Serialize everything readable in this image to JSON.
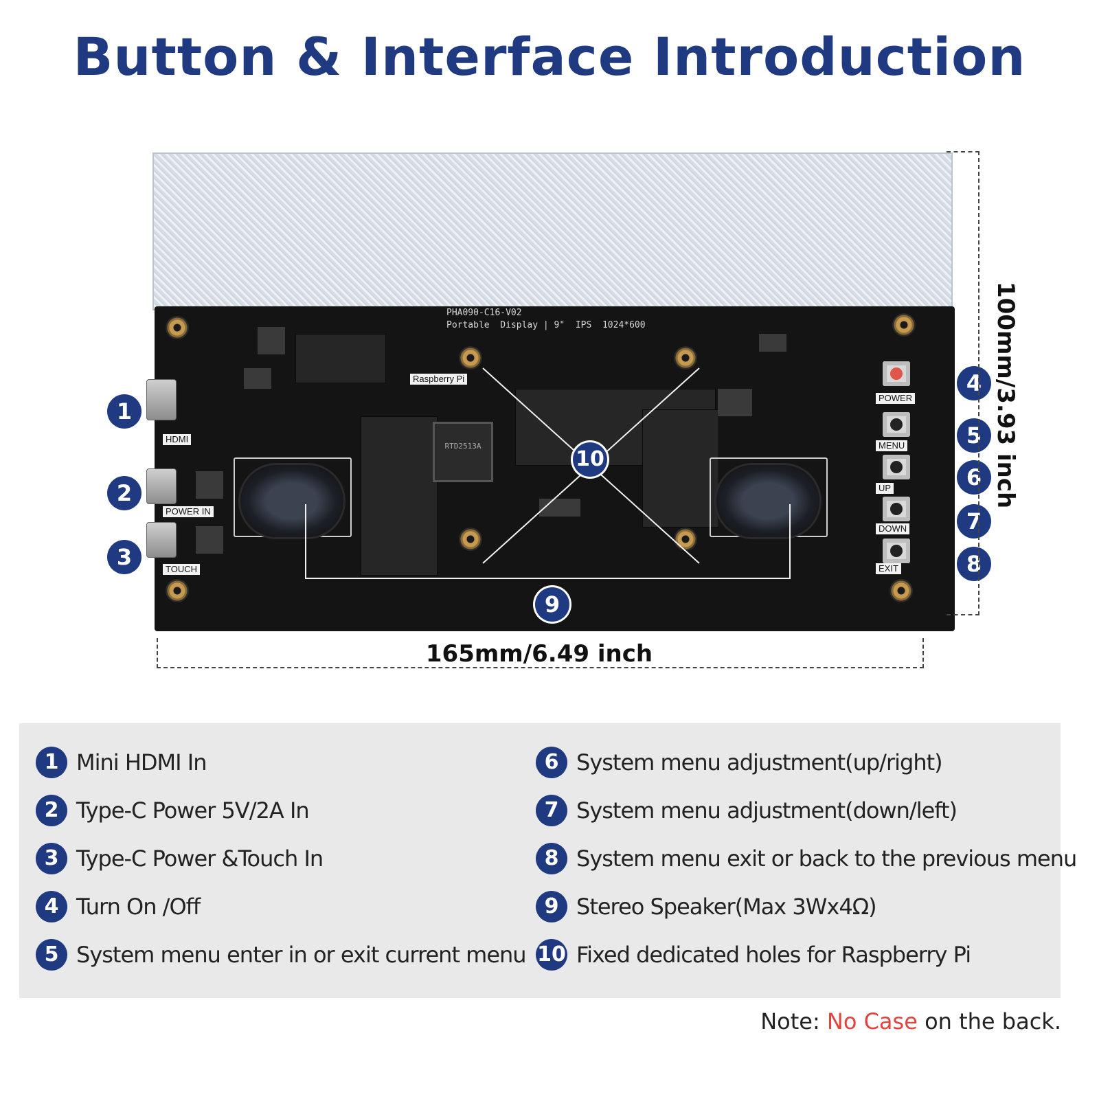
{
  "title": "Button & Interface Introduction",
  "board": {
    "model_line1": "PHA090-C16-V02",
    "model_line2": "Portable  Display | 9\"  IPS  1024*600",
    "raspberry_label": "Raspberry Pi",
    "chip_label": "RTD2513A",
    "port_labels": {
      "hdmi": "HDMI",
      "power_in": "POWER IN",
      "touch": "TOUCH"
    },
    "button_labels": {
      "power": "POWER",
      "menu": "MENU",
      "up": "UP",
      "down": "DOWN",
      "exit": "EXIT"
    }
  },
  "callouts": [
    "1",
    "2",
    "3",
    "4",
    "5",
    "6",
    "7",
    "8",
    "9",
    "10"
  ],
  "dimensions": {
    "width": "165mm/6.49 inch",
    "height": "100mm/3.93 inch"
  },
  "legend": [
    {
      "num": "1",
      "text": "Mini HDMI In"
    },
    {
      "num": "2",
      "text": "Type-C Power 5V/2A In"
    },
    {
      "num": "3",
      "text": "Type-C Power &Touch In"
    },
    {
      "num": "4",
      "text": "Turn On /Off"
    },
    {
      "num": "5",
      "text": "System menu enter in or exit current menu"
    },
    {
      "num": "6",
      "text": "System menu adjustment(up/right)"
    },
    {
      "num": "7",
      "text": "System menu adjustment(down/left)"
    },
    {
      "num": "8",
      "text": "System menu exit or back to the previous menu"
    },
    {
      "num": "9",
      "text": "Stereo Speaker(Max 3Wx4Ω)"
    },
    {
      "num": "10",
      "text": "Fixed dedicated holes for Raspberry Pi"
    }
  ],
  "note": {
    "prefix": "Note: ",
    "highlight": "No Case",
    "suffix": " on the back."
  },
  "colors": {
    "accent": "#1f3a80",
    "note_highlight": "#e0443c",
    "legend_bg": "#e9e9e9",
    "pcb": "#141414"
  }
}
